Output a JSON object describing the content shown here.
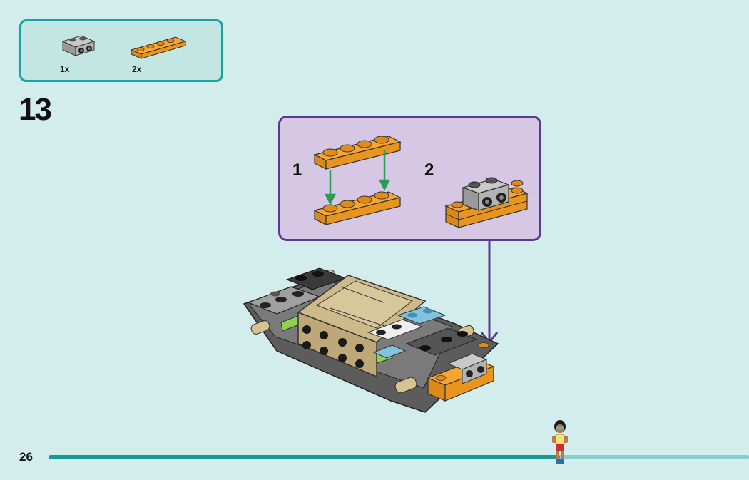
{
  "parts_list": {
    "items": [
      {
        "name": "grey-bracket-plate",
        "quantity": "1x"
      },
      {
        "name": "orange-plate-1x4",
        "quantity": "2x"
      }
    ]
  },
  "step": {
    "number": "13"
  },
  "callout": {
    "substeps": [
      {
        "label": "1"
      },
      {
        "label": "2"
      }
    ]
  },
  "footer": {
    "page_number": "26",
    "progress": 0.73
  },
  "colors": {
    "background": "#d3ecec",
    "parts_box_border": "#17a3a1",
    "callout_border": "#5b3b92",
    "callout_fill": "#d6c8e4",
    "orange_brick": "#f7a531",
    "progress_fill": "#139a98"
  },
  "icons": [
    "green-arrow-icon",
    "purple-arrow-icon",
    "minifigure-icon"
  ]
}
